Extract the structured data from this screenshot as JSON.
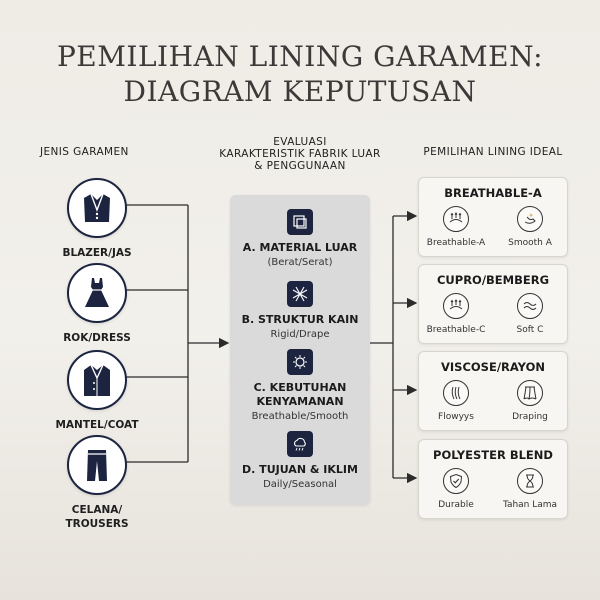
{
  "title": {
    "line1": "PEMILIHAN LINING GARAMEN:",
    "line2": "DIAGRAM KEPUTUSAN"
  },
  "columns": {
    "garments_heading": "JENIS GARAMEN",
    "evaluation_heading_1": "EVALUASI",
    "evaluation_heading_2": "KARAKTERISTIK FABRIK LUAR",
    "evaluation_heading_3": "& PENGGUNAAN",
    "lining_heading": "PEMILIHAN LINING IDEAL"
  },
  "garments": [
    {
      "label": "BLAZER/JAS",
      "icon": "blazer-icon"
    },
    {
      "label": "ROK/DRESS",
      "icon": "dress-icon"
    },
    {
      "label": "MANTEL/COAT",
      "icon": "coat-icon"
    },
    {
      "label_1": "CELANA/",
      "label_2": "TROUSERS",
      "icon": "trousers-icon"
    }
  ],
  "criteria": [
    {
      "title": "A. MATERIAL LUAR",
      "sub": "(Berat/Serat)",
      "icon": "fabric-layers-icon"
    },
    {
      "title": "B. STRUKTUR KAIN",
      "sub": "Rigid/Drape",
      "icon": "weave-structure-icon"
    },
    {
      "title_1": "C. KEBUTUHAN",
      "title_2": "KENYAMANAN",
      "sub": "Breathable/Smooth",
      "icon": "comfort-icon"
    },
    {
      "title": "D. TUJUAN & IKLIM",
      "sub": "Daily/Seasonal",
      "icon": "weather-icon"
    }
  ],
  "linings": [
    {
      "title": "BREATHABLE-A",
      "features": [
        {
          "label": "Breathable-A",
          "icon": "airflow-icon"
        },
        {
          "label": "Smooth A",
          "icon": "smooth-hand-icon"
        }
      ]
    },
    {
      "title": "CUPRO/BEMBERG",
      "features": [
        {
          "label": "Breathable-C",
          "icon": "airflow-icon"
        },
        {
          "label": "Soft C",
          "icon": "soft-wave-icon"
        }
      ]
    },
    {
      "title": "VISCOSE/RAYON",
      "features": [
        {
          "label": "Flowyys",
          "icon": "flowing-fabric-icon"
        },
        {
          "label": "Draping",
          "icon": "drape-icon"
        }
      ]
    },
    {
      "title": "POLYESTER BLEND",
      "features": [
        {
          "label": "Durable",
          "icon": "shield-check-icon"
        },
        {
          "label": "Tahan Lama",
          "icon": "hourglass-icon"
        }
      ]
    }
  ],
  "colors": {
    "navy": "#1c2440",
    "panel": "#d9dad9",
    "card": "#f7f6f3",
    "connector": "#2b2b2b"
  }
}
